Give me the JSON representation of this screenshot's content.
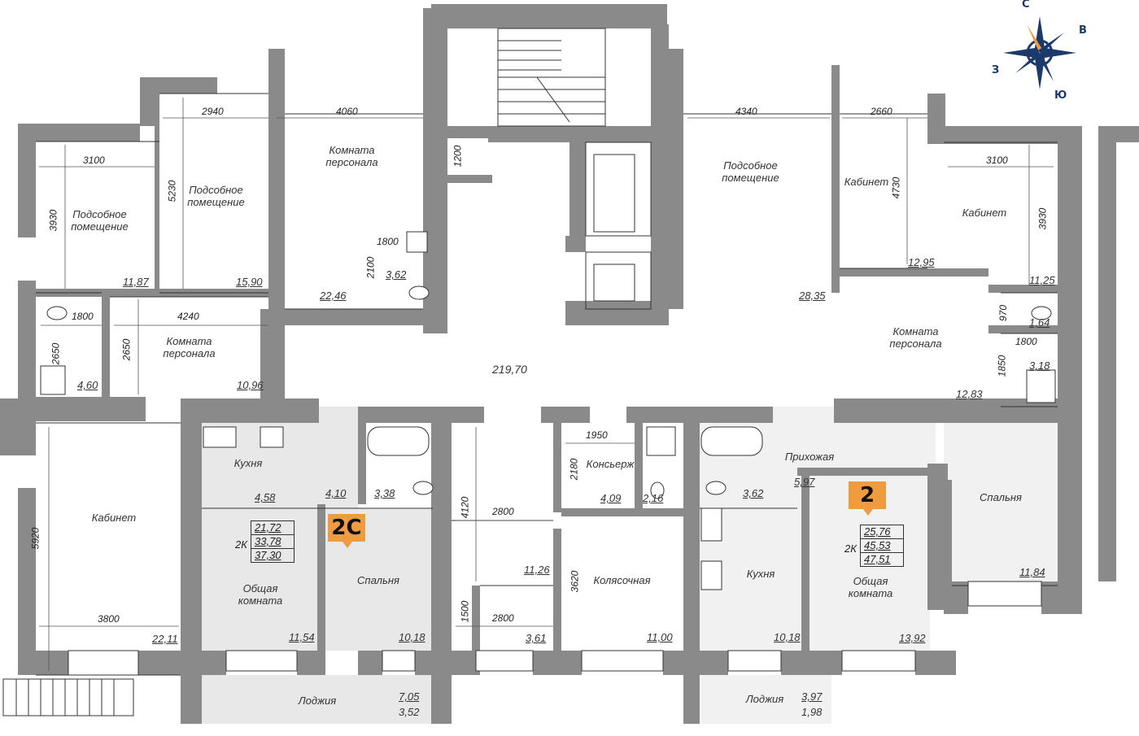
{
  "rooms": [
    {
      "id": "r1",
      "name": "Подсобное\nпомещение",
      "area": "11,87"
    },
    {
      "id": "r2",
      "name": "Подсобное\nпомещение",
      "area": "15,90"
    },
    {
      "id": "r3",
      "name": "Комната\nперсонала",
      "area": "22,46"
    },
    {
      "id": "r4",
      "name": "",
      "area": "3,62"
    },
    {
      "id": "r5",
      "name": "",
      "area": "4,60"
    },
    {
      "id": "r6",
      "name": "Комната\nперсонала",
      "area": "10,96"
    },
    {
      "id": "r7",
      "name": "",
      "area": "219,70"
    },
    {
      "id": "r8",
      "name": "Подсобное\nпомещение",
      "area": "28,35"
    },
    {
      "id": "r9",
      "name": "Кабинет",
      "area": "12,95"
    },
    {
      "id": "r10",
      "name": "Кабинет",
      "area": "11,25"
    },
    {
      "id": "r11",
      "name": "",
      "area": "1,64"
    },
    {
      "id": "r12",
      "name": "Комната\nперсонала",
      "area": "12,83"
    },
    {
      "id": "r13",
      "name": "",
      "area": "3,18"
    },
    {
      "id": "r14",
      "name": "Кабинет",
      "area": "22,11"
    },
    {
      "id": "r15",
      "name": "Кухня",
      "area": "4,58"
    },
    {
      "id": "r16",
      "name": "",
      "area": "4,10"
    },
    {
      "id": "r17",
      "name": "",
      "area": "3,38"
    },
    {
      "id": "r18",
      "name": "Общая\nкомната",
      "area": "11,54"
    },
    {
      "id": "r19",
      "name": "Спальня",
      "area": "10,18"
    },
    {
      "id": "r20",
      "name": "Лоджия",
      "area": ""
    },
    {
      "id": "r21",
      "name": "",
      "area": "11,26"
    },
    {
      "id": "r22",
      "name": "",
      "area": "3,61"
    },
    {
      "id": "r23",
      "name": "Консьерж",
      "area": "4,09"
    },
    {
      "id": "r24",
      "name": "",
      "area": "2,16"
    },
    {
      "id": "r25",
      "name": "Колясочная",
      "area": "11,00"
    },
    {
      "id": "r26",
      "name": "",
      "area": "3,62"
    },
    {
      "id": "r27",
      "name": "Прихожая",
      "area": "5,97"
    },
    {
      "id": "r28",
      "name": "Спальня",
      "area": "11,84"
    },
    {
      "id": "r29",
      "name": "Кухня",
      "area": "10,18"
    },
    {
      "id": "r30",
      "name": "Общая\nкомната",
      "area": "13,92"
    },
    {
      "id": "r31",
      "name": "Лоджия",
      "area": ""
    }
  ],
  "loggias": [
    {
      "id": "lg1",
      "area_a": "7,05",
      "area_b": "3,52"
    },
    {
      "id": "lg2",
      "area_a": "3,97",
      "area_b": "1,98"
    }
  ],
  "dimensions": [
    {
      "id": "d1",
      "text": "3100"
    },
    {
      "id": "d2",
      "text": "3930"
    },
    {
      "id": "d3",
      "text": "2940"
    },
    {
      "id": "d4",
      "text": "5230"
    },
    {
      "id": "d5",
      "text": "4060"
    },
    {
      "id": "d6",
      "text": "1800"
    },
    {
      "id": "d7",
      "text": "2100"
    },
    {
      "id": "d8",
      "text": "1200"
    },
    {
      "id": "d9",
      "text": "1800"
    },
    {
      "id": "d10",
      "text": "2650"
    },
    {
      "id": "d11",
      "text": "4240"
    },
    {
      "id": "d12",
      "text": "2650"
    },
    {
      "id": "d13",
      "text": "4340"
    },
    {
      "id": "d14",
      "text": "2660"
    },
    {
      "id": "d15",
      "text": "4730"
    },
    {
      "id": "d16",
      "text": "3100"
    },
    {
      "id": "d17",
      "text": "3930"
    },
    {
      "id": "d18",
      "text": "970"
    },
    {
      "id": "d19",
      "text": "1800"
    },
    {
      "id": "d20",
      "text": "1850"
    },
    {
      "id": "d21",
      "text": "5920"
    },
    {
      "id": "d22",
      "text": "3800"
    },
    {
      "id": "d23",
      "text": "4120"
    },
    {
      "id": "d24",
      "text": "2800"
    },
    {
      "id": "d25",
      "text": "1950"
    },
    {
      "id": "d26",
      "text": "2180"
    },
    {
      "id": "d27",
      "text": "3620"
    },
    {
      "id": "d28",
      "text": "1500"
    },
    {
      "id": "d29",
      "text": "2800"
    }
  ],
  "apartments": [
    {
      "id": "apt2c",
      "badge": "2C",
      "type": "2К",
      "areas": [
        "21,72",
        "33,78",
        "37,30"
      ]
    },
    {
      "id": "apt2",
      "badge": "2",
      "type": "2К",
      "areas": [
        "25,76",
        "45,53",
        "47,51"
      ]
    }
  ],
  "compass": {
    "n": "С",
    "e": "В",
    "s": "Ю",
    "w": "З",
    "color": "#1b3a6b",
    "accent": "#ef9b3f"
  },
  "colors": {
    "wall": "#8a8a8a",
    "apartment_fill": "#e8e8e8",
    "line": "#333333",
    "badge": "#ef9b3f"
  }
}
